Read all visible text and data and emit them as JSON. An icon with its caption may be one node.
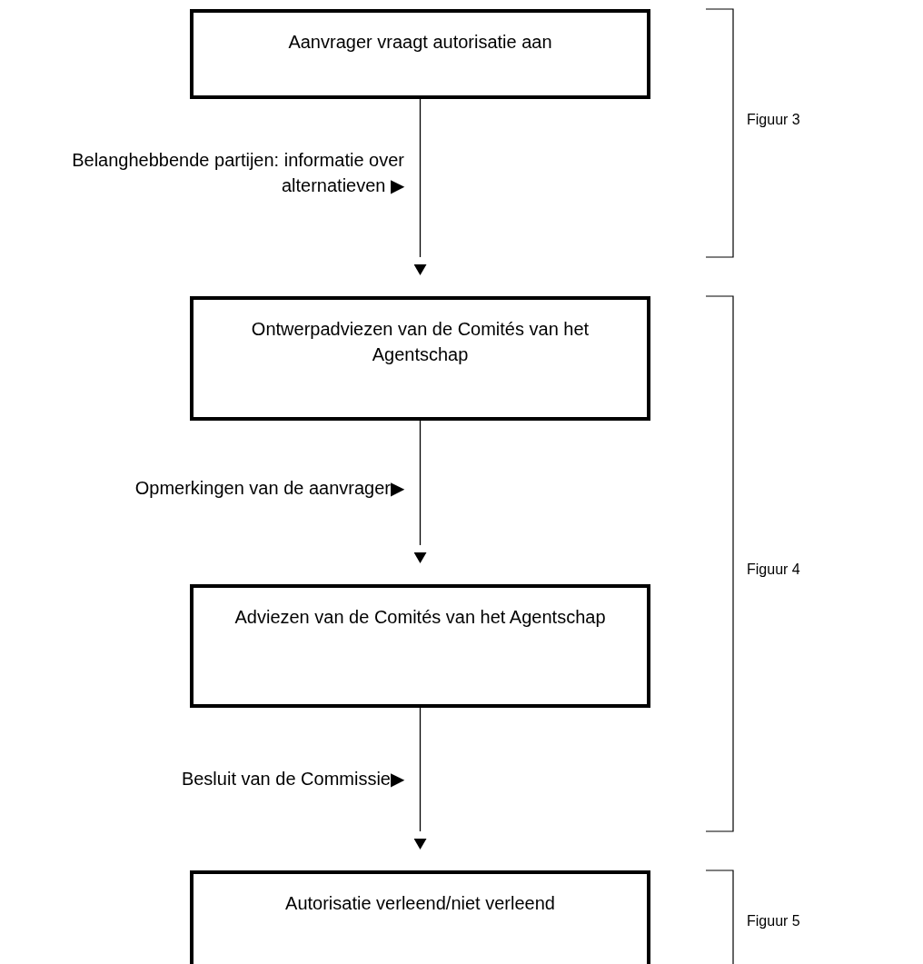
{
  "diagram": {
    "nodes": [
      {
        "text": [
          "Aanvrager vraagt autorisatie aan"
        ]
      },
      {
        "text": [
          "Ontwerpadviezen van de Comités van het Agentschap"
        ]
      },
      {
        "text": [
          "Adviezen van de Comités van het Agentschap"
        ]
      },
      {
        "text": [
          "Autorisatie verleend/niet verleend"
        ]
      }
    ],
    "edges": [
      {
        "from": 0,
        "to": 1,
        "arrow": "to",
        "label": "Belanghebbende partijen: informatie over alternatieven ▶"
      },
      {
        "from": 1,
        "to": 2,
        "arrow": "to",
        "label": "Opmerkingen van de aanvrager▶"
      },
      {
        "from": 2,
        "to": 3,
        "arrow": "to",
        "label": "Besluit van de Commissie▶"
      }
    ],
    "labels": [
      "Figuur 3",
      "Figuur 4",
      "Figuur 5"
    ]
  }
}
